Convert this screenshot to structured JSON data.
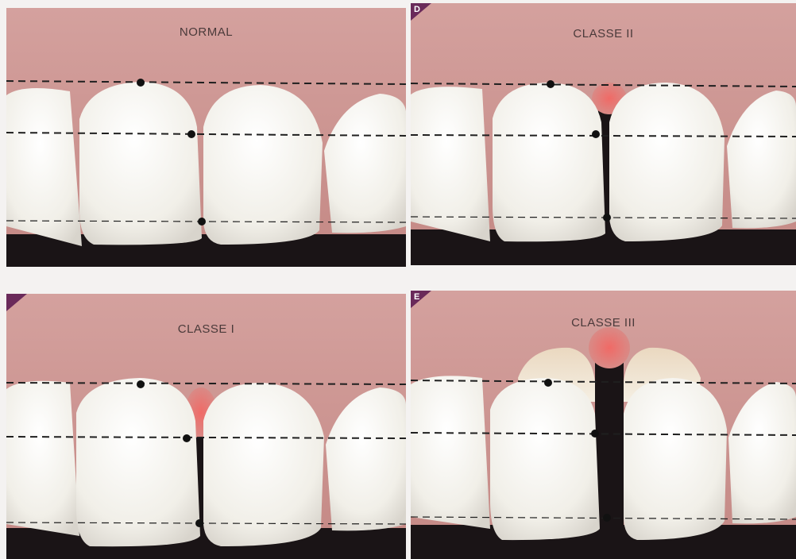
{
  "panels": [
    {
      "id": "normal",
      "title": "NORMAL",
      "corner": "",
      "gap": "none"
    },
    {
      "id": "classe-ii",
      "title": "CLASSE II",
      "corner": "D",
      "gap": "medium"
    },
    {
      "id": "classe-i",
      "title": "CLASSE I",
      "corner": "",
      "gap": "small"
    },
    {
      "id": "classe-iii",
      "title": "CLASSE III",
      "corner": "E",
      "gap": "large"
    }
  ],
  "colors": {
    "gum": "#c98f8c",
    "gum_light": "#e2b4b1",
    "tooth": "#f3f2ec",
    "tooth_shadow": "#d9d6cf",
    "dark": "#1a1416",
    "papilla": "#e8736f",
    "corner_accent": "#6a2a5a",
    "dashed_line": "#1f1f1f"
  }
}
